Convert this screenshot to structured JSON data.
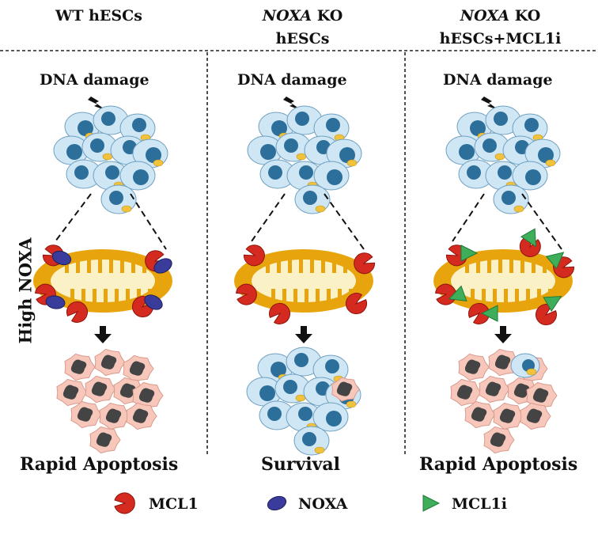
{
  "panels": [
    {
      "title_em": "",
      "title_rest": "WT hESCs",
      "title_line2": "",
      "damage": "DNA damage",
      "outcome": "Rapid Apoptosis"
    },
    {
      "title_em": "NOXA",
      "title_rest": " KO",
      "title_line2": "hESCs",
      "damage": "DNA damage",
      "outcome": "Survival"
    },
    {
      "title_em": "NOXA",
      "title_rest": " KO",
      "title_line2": "hESCs+MCL1i",
      "damage": "DNA damage",
      "outcome": "Rapid Apoptosis"
    }
  ],
  "side_label": "High NOXA",
  "legend": [
    {
      "label": "MCL1",
      "icon": "pacman-shape",
      "color": "#d42a1f"
    },
    {
      "label": "NOXA",
      "icon": "blob-shape",
      "color": "#3a3c9c"
    },
    {
      "label": "MCL1i",
      "icon": "triangle-shape",
      "color": "#3fae5a"
    }
  ],
  "colors": {
    "cell": "#cfe6f5",
    "nucleus": "#2d6f9b",
    "granule": "#f1c33d",
    "mito_outer": "#e8a40c",
    "mito_inner": "#fbf1c6",
    "dead_cell": "#f8c7bb",
    "dead_nucleus": "#444444"
  }
}
